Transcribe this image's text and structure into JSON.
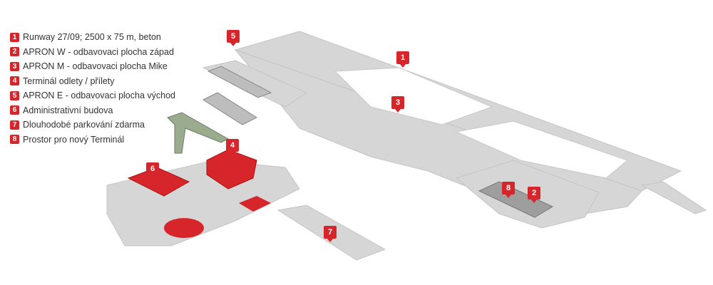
{
  "legend": [
    {
      "num": "1",
      "label": "Runway 27/09; 2500 x 75 m, beton"
    },
    {
      "num": "2",
      "label": "APRON W - odbavovaci plocha západ"
    },
    {
      "num": "3",
      "label": "APRON M - odbavovaci plocha Mike"
    },
    {
      "num": "4",
      "label": "Terminál odlety / přílety"
    },
    {
      "num": "5",
      "label": "APRON E - odbavovaci plocha východ"
    },
    {
      "num": "6",
      "label": "Administrativní budova"
    },
    {
      "num": "7",
      "label": "Dlouhodobé parkování zdarma"
    },
    {
      "num": "8",
      "label": "Prostor pro nový Terminál"
    }
  ],
  "markers": [
    "1",
    "2",
    "3",
    "4",
    "5",
    "6",
    "7",
    "8"
  ],
  "colors": {
    "accent": "#d7262b",
    "ground": "#d4d4d4",
    "building_green": "#9aab8e"
  }
}
